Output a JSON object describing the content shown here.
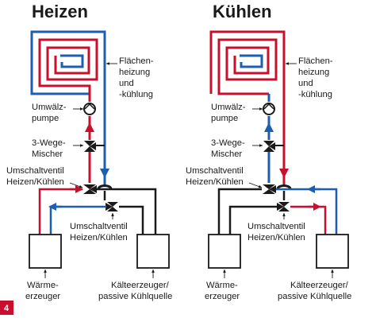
{
  "colors": {
    "hot": "#c8102e",
    "cold": "#1d5fae",
    "neutral": "#1a1a1a",
    "badge": "#c8102e",
    "background": "#ffffff"
  },
  "page_number": "4",
  "panels": [
    {
      "title": "Heizen",
      "labels": {
        "flaechen1": "Flächen-",
        "flaechen2": "heizung",
        "flaechen3": "und",
        "flaechen4": "-kühlung",
        "pumpe1": "Umwälz-",
        "pumpe2": "pumpe",
        "mischer1": "3-Wege-",
        "mischer2": "Mischer",
        "ventil_top1": "Umschaltventil",
        "ventil_top2": "Heizen/Kühlen",
        "ventil_low1": "Umschaltventil",
        "ventil_low2": "Heizen/Kühlen",
        "waerme1": "Wärme-",
        "waerme2": "erzeuger",
        "kaelte1": "Kälteerzeuger/",
        "kaelte2": "passive Kühlquelle"
      }
    },
    {
      "title": "Kühlen",
      "labels": {
        "flaechen1": "Flächen-",
        "flaechen2": "heizung",
        "flaechen3": "und",
        "flaechen4": "-kühlung",
        "pumpe1": "Umwälz-",
        "pumpe2": "pumpe",
        "mischer1": "3-Wege-",
        "mischer2": "Mischer",
        "ventil_top1": "Umschaltventil",
        "ventil_top2": "Heizen/Kühlen",
        "ventil_low1": "Umschaltventil",
        "ventil_low2": "Heizen/Kühlen",
        "waerme1": "Wärme-",
        "waerme2": "erzeuger",
        "kaelte1": "Kälteerzeuger/",
        "kaelte2": "passive Kühlquelle"
      }
    }
  ]
}
